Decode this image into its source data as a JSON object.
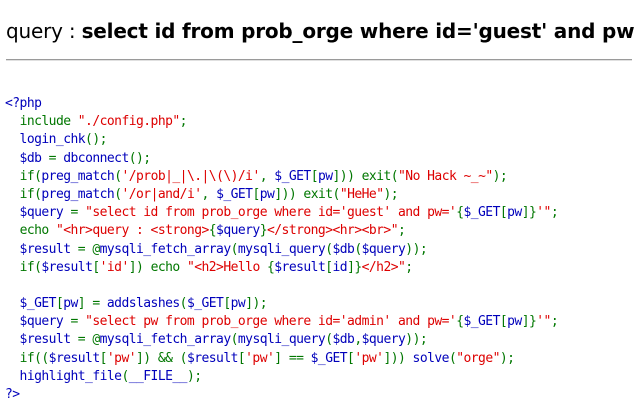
{
  "query_output": {
    "label": "query : ",
    "query": "select id from prob_orge where id='guest' and pw=''"
  },
  "source_code": {
    "lines": [
      [
        [
          "default",
          "<?php"
        ]
      ],
      [
        [
          "default",
          "  "
        ],
        [
          "keyword",
          "include "
        ],
        [
          "string",
          "\"./config.php\""
        ],
        [
          "keyword",
          ";"
        ]
      ],
      [
        [
          "default",
          "  login_chk"
        ],
        [
          "keyword",
          "();"
        ]
      ],
      [
        [
          "default",
          "  $db "
        ],
        [
          "keyword",
          "= "
        ],
        [
          "default",
          "dbconnect"
        ],
        [
          "keyword",
          "();"
        ]
      ],
      [
        [
          "default",
          "  "
        ],
        [
          "keyword",
          "if("
        ],
        [
          "default",
          "preg_match"
        ],
        [
          "keyword",
          "("
        ],
        [
          "string",
          "'/prob|_|\\.|\\(\\)/i'"
        ],
        [
          "keyword",
          ", "
        ],
        [
          "default",
          "$_GET"
        ],
        [
          "keyword",
          "["
        ],
        [
          "default",
          "pw"
        ],
        [
          "keyword",
          "])) exit("
        ],
        [
          "string",
          "\"No Hack ~_~\""
        ],
        [
          "keyword",
          ");"
        ]
      ],
      [
        [
          "default",
          "  "
        ],
        [
          "keyword",
          "if("
        ],
        [
          "default",
          "preg_match"
        ],
        [
          "keyword",
          "("
        ],
        [
          "string",
          "'/or|and/i'"
        ],
        [
          "keyword",
          ", "
        ],
        [
          "default",
          "$_GET"
        ],
        [
          "keyword",
          "["
        ],
        [
          "default",
          "pw"
        ],
        [
          "keyword",
          "])) exit("
        ],
        [
          "string",
          "\"HeHe\""
        ],
        [
          "keyword",
          ");"
        ]
      ],
      [
        [
          "default",
          "  $query "
        ],
        [
          "keyword",
          "= "
        ],
        [
          "string",
          "\"select id from prob_orge where id='guest' and pw='"
        ],
        [
          "keyword",
          "{"
        ],
        [
          "default",
          "$_GET"
        ],
        [
          "keyword",
          "["
        ],
        [
          "default",
          "pw"
        ],
        [
          "keyword",
          "]}"
        ],
        [
          "string",
          "'\""
        ],
        [
          "keyword",
          ";"
        ]
      ],
      [
        [
          "default",
          "  "
        ],
        [
          "keyword",
          "echo "
        ],
        [
          "string",
          "\"<hr>query : <strong>"
        ],
        [
          "keyword",
          "{"
        ],
        [
          "default",
          "$query"
        ],
        [
          "keyword",
          "}"
        ],
        [
          "string",
          "</strong><hr><br>\""
        ],
        [
          "keyword",
          ";"
        ]
      ],
      [
        [
          "default",
          "  $result "
        ],
        [
          "keyword",
          "= @"
        ],
        [
          "default",
          "mysqli_fetch_array"
        ],
        [
          "keyword",
          "("
        ],
        [
          "default",
          "mysqli_query"
        ],
        [
          "keyword",
          "("
        ],
        [
          "default",
          "$db"
        ],
        [
          "keyword",
          "("
        ],
        [
          "default",
          "$query"
        ],
        [
          "keyword",
          "));"
        ]
      ],
      [
        [
          "default",
          "  "
        ],
        [
          "keyword",
          "if("
        ],
        [
          "default",
          "$result"
        ],
        [
          "keyword",
          "["
        ],
        [
          "string",
          "'id'"
        ],
        [
          "keyword",
          "]) echo "
        ],
        [
          "string",
          "\"<h2>Hello "
        ],
        [
          "keyword",
          "{"
        ],
        [
          "default",
          "$result"
        ],
        [
          "keyword",
          "["
        ],
        [
          "default",
          "id"
        ],
        [
          "keyword",
          "]}"
        ],
        [
          "string",
          "</h2>\""
        ],
        [
          "keyword",
          ";"
        ]
      ],
      [
        [
          "default",
          ""
        ]
      ],
      [
        [
          "default",
          "  $_GET"
        ],
        [
          "keyword",
          "["
        ],
        [
          "default",
          "pw"
        ],
        [
          "keyword",
          "] = "
        ],
        [
          "default",
          "addslashes"
        ],
        [
          "keyword",
          "("
        ],
        [
          "default",
          "$_GET"
        ],
        [
          "keyword",
          "["
        ],
        [
          "default",
          "pw"
        ],
        [
          "keyword",
          "]);"
        ]
      ],
      [
        [
          "default",
          "  $query "
        ],
        [
          "keyword",
          "= "
        ],
        [
          "string",
          "\"select pw from prob_orge where id='admin' and pw='"
        ],
        [
          "keyword",
          "{"
        ],
        [
          "default",
          "$_GET"
        ],
        [
          "keyword",
          "["
        ],
        [
          "default",
          "pw"
        ],
        [
          "keyword",
          "]}"
        ],
        [
          "string",
          "'\""
        ],
        [
          "keyword",
          ";"
        ]
      ],
      [
        [
          "default",
          "  $result "
        ],
        [
          "keyword",
          "= @"
        ],
        [
          "default",
          "mysqli_fetch_array"
        ],
        [
          "keyword",
          "("
        ],
        [
          "default",
          "mysqli_query"
        ],
        [
          "keyword",
          "("
        ],
        [
          "default",
          "$db"
        ],
        [
          "keyword",
          ","
        ],
        [
          "default",
          "$query"
        ],
        [
          "keyword",
          "));"
        ]
      ],
      [
        [
          "default",
          "  "
        ],
        [
          "keyword",
          "if(("
        ],
        [
          "default",
          "$result"
        ],
        [
          "keyword",
          "["
        ],
        [
          "string",
          "'pw'"
        ],
        [
          "keyword",
          "]) && ("
        ],
        [
          "default",
          "$result"
        ],
        [
          "keyword",
          "["
        ],
        [
          "string",
          "'pw'"
        ],
        [
          "keyword",
          "] == "
        ],
        [
          "default",
          "$_GET"
        ],
        [
          "keyword",
          "["
        ],
        [
          "string",
          "'pw'"
        ],
        [
          "keyword",
          "])) "
        ],
        [
          "default",
          "solve"
        ],
        [
          "keyword",
          "("
        ],
        [
          "string",
          "\"orge\""
        ],
        [
          "keyword",
          ");"
        ]
      ],
      [
        [
          "default",
          "  highlight_file"
        ],
        [
          "keyword",
          "("
        ],
        [
          "default",
          "__FILE__"
        ],
        [
          "keyword",
          ");"
        ]
      ],
      [
        [
          "default",
          "?>"
        ]
      ]
    ]
  }
}
